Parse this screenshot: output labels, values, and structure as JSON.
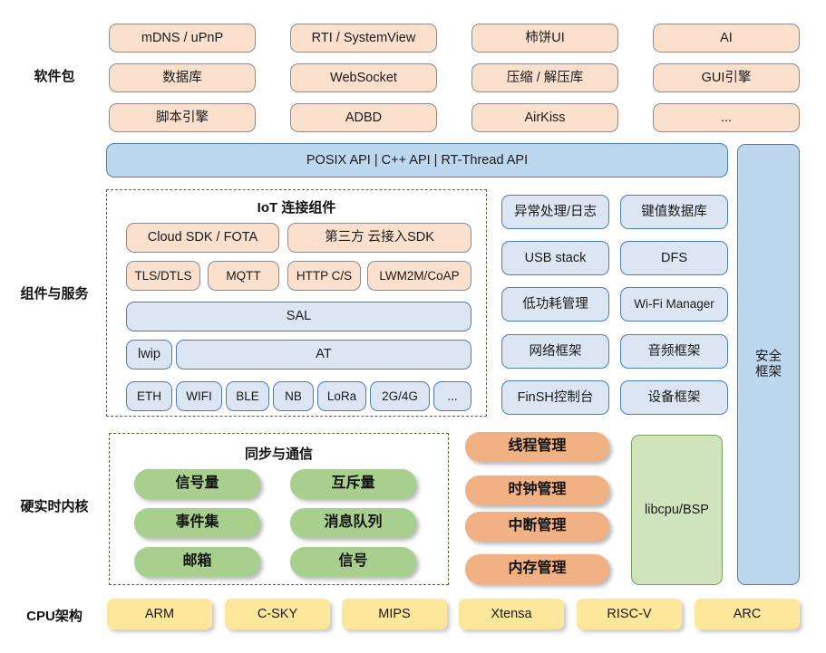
{
  "diagram": {
    "title": "RT-Thread architecture stack",
    "row_labels": [
      {
        "id": "software-package",
        "text": "软件包"
      },
      {
        "id": "components-services",
        "text": "组件与服务"
      },
      {
        "id": "hard-realtime-kernel",
        "text": "硬实时内核"
      },
      {
        "id": "cpu-architecture",
        "text": "CPU架构"
      }
    ],
    "colors": {
      "peach_fill": "#fbe0ce",
      "peach_stroke": "#8c8c8c",
      "blue_fill": "#bdd7ee",
      "blue_light_fill": "#dce6f2",
      "blue_stroke": "#4a7ebb",
      "green_fill": "#a9cf8f",
      "green_pale_fill": "#cfe3bd",
      "green_stroke": "#7ba05b",
      "orange_fill": "#f2b183",
      "yellow_fill": "#fce79a",
      "dash_stroke": "#4e6b2f"
    },
    "software_packages": {
      "columns": [
        {
          "items": [
            "mDNS / uPnP",
            "数据库",
            "脚本引擎"
          ]
        },
        {
          "items": [
            "RTI / SystemView",
            "WebSocket",
            "ADBD"
          ]
        },
        {
          "items": [
            "柿饼UI",
            "压缩 / 解压库",
            "AirKiss"
          ]
        },
        {
          "items": [
            "AI",
            "GUI引擎",
            "..."
          ]
        }
      ]
    },
    "api_bar": {
      "label": "POSIX API  |  C++ API  |  RT-Thread API"
    },
    "iot_group": {
      "title": "IoT 连接组件",
      "row1": [
        "Cloud SDK / FOTA",
        "第三方 云接入SDK"
      ],
      "row2": [
        "TLS/DTLS",
        "MQTT",
        "HTTP C/S",
        "LWM2M/CoAP"
      ],
      "sal": "SAL",
      "row4": [
        "lwip",
        "AT"
      ],
      "row5": [
        "ETH",
        "WIFI",
        "BLE",
        "NB",
        "LoRa",
        "2G/4G",
        "..."
      ]
    },
    "components_right": {
      "col1": [
        "异常处理/日志",
        "USB stack",
        "低功耗管理",
        "网络框架",
        "FinSH控制台"
      ],
      "col2": [
        "键值数据库",
        "DFS",
        "Wi-Fi Manager",
        "音频框架",
        "设备框架"
      ]
    },
    "security_framework": {
      "line1": "安全",
      "line2": "框架"
    },
    "kernel_group": {
      "title": "同步与通信",
      "col1": [
        "信号量",
        "事件集",
        "邮箱"
      ],
      "col2": [
        "互斥量",
        "消息队列",
        "信号"
      ]
    },
    "kernel_managers": [
      "线程管理",
      "时钟管理",
      "中断管理",
      "内存管理"
    ],
    "libcpu": {
      "label": "libcpu/BSP"
    },
    "cpu_arch": [
      "ARM",
      "C-SKY",
      "MIPS",
      "Xtensa",
      "RISC-V",
      "ARC"
    ]
  }
}
